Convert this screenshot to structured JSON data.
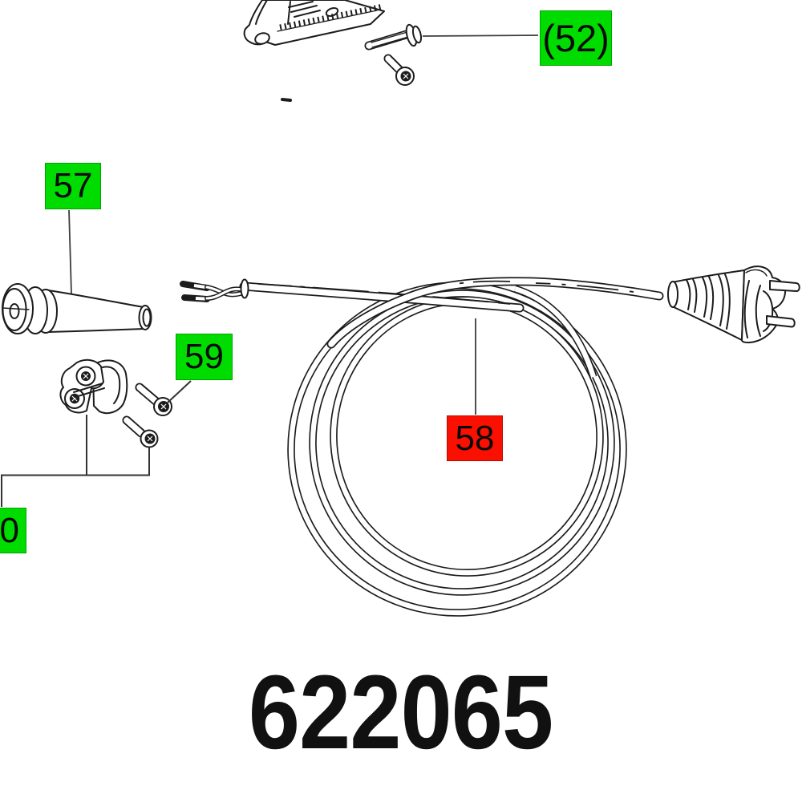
{
  "figure": {
    "type": "exploded-parts-diagram",
    "part_number": "622065"
  },
  "callouts": [
    {
      "ref": "(52)",
      "color": "green"
    },
    {
      "ref": "57",
      "color": "green"
    },
    {
      "ref": "59",
      "color": "green"
    },
    {
      "ref": "58",
      "color": "red"
    },
    {
      "ref": "0",
      "color": "green",
      "clipped_at_left_edge": true
    }
  ],
  "colors": {
    "callout_green": "#00dc00",
    "callout_red": "#fa1000",
    "line_art": "#1c1c1c",
    "label_text": "#0a0a0a",
    "background": "#ffffff"
  },
  "figures": {
    "housing": "machine-housing-fragment",
    "top_screws": "pan-head-screw-pair",
    "handle": "cable-sleeve-grommet",
    "clamp": "cable-clamp",
    "clamp_screws": "socket-head-screw-pair",
    "cable": "coiled-power-cord",
    "plug": "euro-power-plug"
  }
}
